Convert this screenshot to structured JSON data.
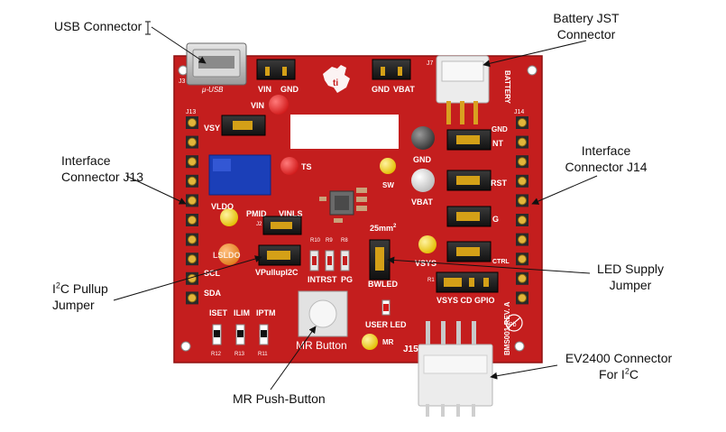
{
  "callouts": {
    "usb_connector": "USB Connector",
    "battery_line1": "Battery JST",
    "battery_line2": "Connector",
    "j13_line1": "Interface",
    "j13_line2": "Connector J13",
    "j14_line1": "Interface",
    "j14_line2": "Connector J14",
    "i2c_pullup_prefix": "I",
    "i2c_pullup_sup": "2",
    "i2c_pullup_suffix": "C Pullup",
    "i2c_pullup_line2": "Jumper",
    "led_supply_line1": "LED Supply",
    "led_supply_line2": "Jumper",
    "ev2400_line1": "EV2400 Connector",
    "ev2400_line2_prefix": "For I",
    "ev2400_line2_sup": "2",
    "ev2400_line2_suffix": "C",
    "mr_button": "MR Push-Button"
  },
  "board": {
    "j3": "J3",
    "usb_label": "μ-USB",
    "vin": "VIN",
    "gnd1": "GND",
    "gnd2": "GND",
    "vbat": "VBAT",
    "j7": "J7",
    "battery": "BATTERY",
    "j13": "J13",
    "j14": "J14",
    "vsys": "VSY",
    "vin_led": "VIN",
    "ts": "TS",
    "gnd_tp": "GND",
    "sw": "SW",
    "vbat_tp": "VBAT",
    "vldo": "VLDO",
    "pmid": "PMID",
    "vinls": "VINLS",
    "j2": "J2",
    "vpullup": "VPullupI2C",
    "lsldo": "LSLDO",
    "scl": "SCL",
    "sda": "SDA",
    "r10": "R10",
    "r9": "R9",
    "r8": "R8",
    "intrst": "INTRST",
    "pg": "PG",
    "bwled": "BWLED",
    "vsys_tp": "VSYS",
    "nt": "NT",
    "rst": "RST",
    "g": "G",
    "ctrl": "CTRL",
    "gnd_j14": "GND",
    "vsys_cd_gpio": "VSYS CD GPIO",
    "r1": "R1",
    "size_mark": "25mm",
    "size_sup": "2",
    "iset": "ISET",
    "ilim": "ILIM",
    "iptm": "IPTM",
    "r12": "R12",
    "r13": "R13",
    "r11": "R11",
    "mr_button": "MR Button",
    "mr": "MR",
    "user_led": "USER LED",
    "j15": "J15",
    "rev": "BMS001-REV. A",
    "pb": "Pb"
  },
  "colors": {
    "pcb_red": "#c41e1e",
    "silkscreen": "#ffffff",
    "header_gold": "#d4a017",
    "jumper_black": "#1a1a1a",
    "led_red": "#e82020",
    "led_yellow": "#f2d200",
    "led_orange": "#f08a2a",
    "pot_blue": "#1b3fb8",
    "connector_white": "#ececec"
  },
  "icons": {
    "cursor": "text-cursor-icon"
  }
}
